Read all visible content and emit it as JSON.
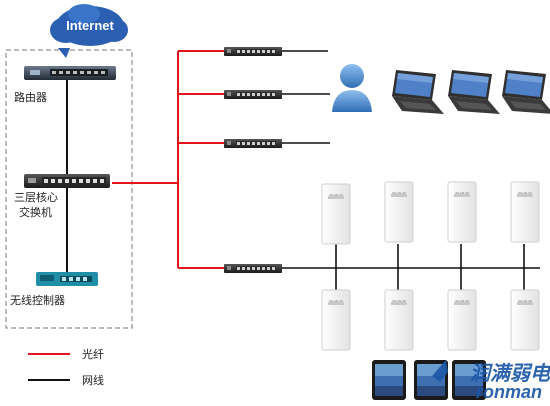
{
  "cloud": {
    "label": "Internet"
  },
  "devices": {
    "router": "路由器",
    "core_switch_line1": "三层核心",
    "core_switch_line2": "交换机",
    "wireless_controller": "无线控制器",
    "ap_label": "WLAN AP"
  },
  "legend": {
    "fiber": "光纤",
    "network_cable": "网线"
  },
  "watermark": {
    "cn": "润满弱电",
    "en": "ronman"
  },
  "colors": {
    "fiber": "#e0161b",
    "network_cable": "#111111",
    "cloud": "#2a5fb2",
    "ap_body": "#f1f1f1"
  }
}
